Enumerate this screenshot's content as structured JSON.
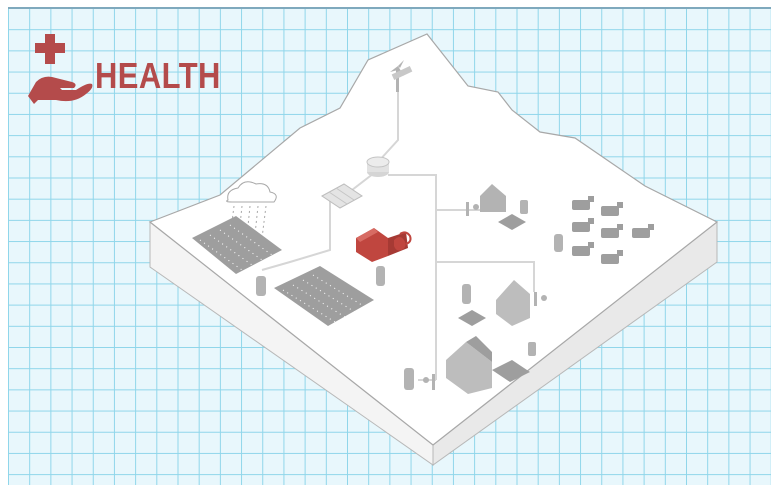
{
  "logo": {
    "title": "HEALTH",
    "icon": "cross-on-hand-icon",
    "color": "#b44b4b"
  },
  "colors": {
    "grid_background": "#e8f7fc",
    "grid_line": "#8fd6ea",
    "terrain": "#ffffff",
    "terrain_side": "#eeeeee",
    "structure": "#b3b3b3",
    "highlight_building": "#c0463f",
    "pipe": "#d8d8d8"
  },
  "scene_items": [
    "mountain-terrain",
    "rain-cloud-icon",
    "irrigated-field",
    "crop-field",
    "solar-panel",
    "water-tank",
    "wind-turbine-icon",
    "health-clinic",
    "house",
    "livestock",
    "water-tower",
    "water-pump"
  ]
}
